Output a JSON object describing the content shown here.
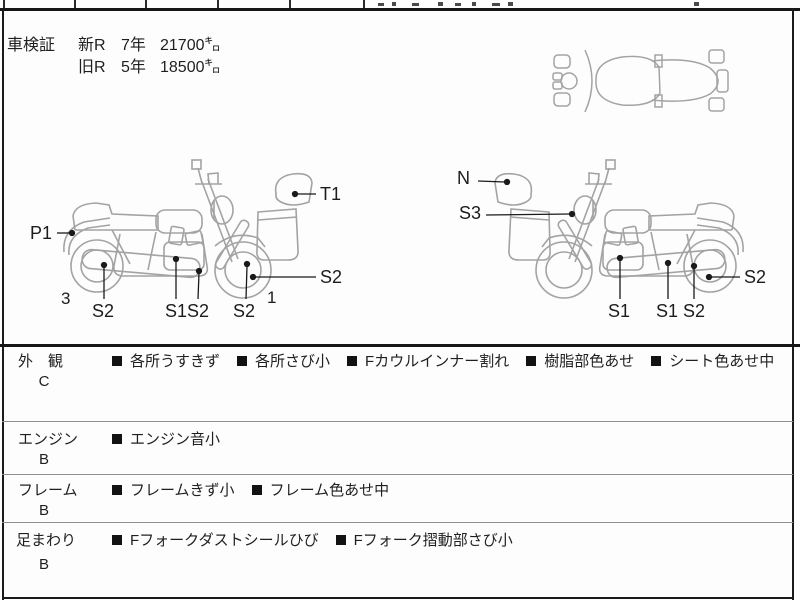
{
  "registration": {
    "label": "車検証",
    "rows": [
      {
        "era": "新R",
        "years": "7年",
        "mileage": "21700㌔"
      },
      {
        "era": "旧R",
        "years": "5年",
        "mileage": "18500㌔"
      }
    ]
  },
  "diagram": {
    "left": {
      "p1": "P1",
      "t1": "T1",
      "s2_front_wheel": "S2",
      "marker_3": "3",
      "s2_muffler": "S2",
      "s1_engine": "S1",
      "s2_engine": "S2",
      "s2_fork": "S2",
      "marker_1": "1"
    },
    "right": {
      "n": "N",
      "s3": "S3",
      "s2_rear_wheel": "S2",
      "s1_engine": "S1",
      "s1_frame": "S1",
      "s2_muffler": "S2"
    }
  },
  "condition_table": {
    "rows": [
      {
        "category": "外　観",
        "grade": "C",
        "items": [
          "各所うすきず",
          "各所さび小",
          "Fカウルインナー割れ",
          "樹脂部色あせ",
          "シート色あせ中"
        ]
      },
      {
        "category": "エンジン",
        "grade": "B",
        "items": [
          "エンジン音小"
        ]
      },
      {
        "category": "フレーム",
        "grade": "B",
        "items": [
          "フレームきず小",
          "フレーム色あせ中"
        ]
      },
      {
        "category": "足まわり",
        "grade": "B",
        "items": [
          "Fフォークダストシールひび",
          "Fフォーク摺動部さび小"
        ]
      }
    ]
  },
  "icons": {
    "bullet_icon": "black-square"
  },
  "colors": {
    "line_art": "#a3a3a3",
    "leader_line": "#1a1a1a",
    "border": "#1a1a1a",
    "row_separator": "#8f8f8f",
    "text": "#1f1f1f"
  }
}
